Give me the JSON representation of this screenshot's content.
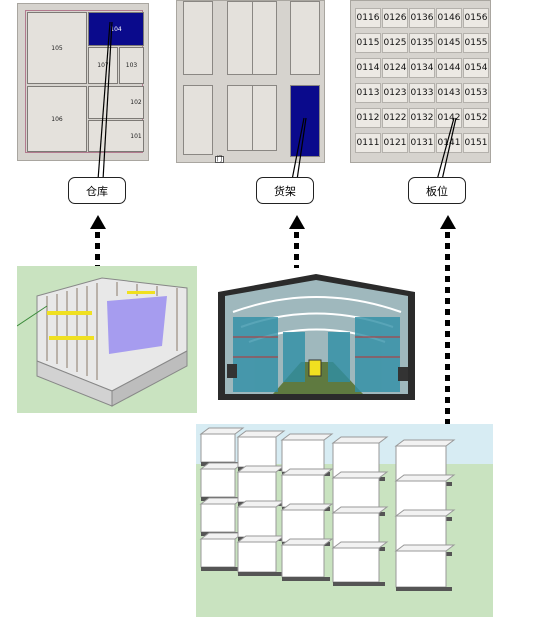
{
  "callouts": {
    "warehouse": "仓库",
    "shelf": "货架",
    "pallet_slot": "板位"
  },
  "warehouse_plan": {
    "rooms": [
      "105",
      "104",
      "107",
      "103",
      "106",
      "102",
      "101"
    ],
    "selected": "104"
  },
  "shelf_plan": {
    "selected_index": 5,
    "bottom_label": "门"
  },
  "slot_grid": {
    "rows": [
      [
        "0116",
        "0126",
        "0136",
        "0146",
        "0156"
      ],
      [
        "0115",
        "0125",
        "0135",
        "0145",
        "0155"
      ],
      [
        "0114",
        "0124",
        "0134",
        "0144",
        "0154"
      ],
      [
        "0113",
        "0123",
        "0133",
        "0143",
        "0153"
      ],
      [
        "0112",
        "0122",
        "0132",
        "0142",
        "0152"
      ],
      [
        "0111",
        "0121",
        "0131",
        "0141",
        "0151"
      ]
    ]
  },
  "colors": {
    "selection": "#0a0a8c",
    "panel": "#d6d3ce"
  }
}
